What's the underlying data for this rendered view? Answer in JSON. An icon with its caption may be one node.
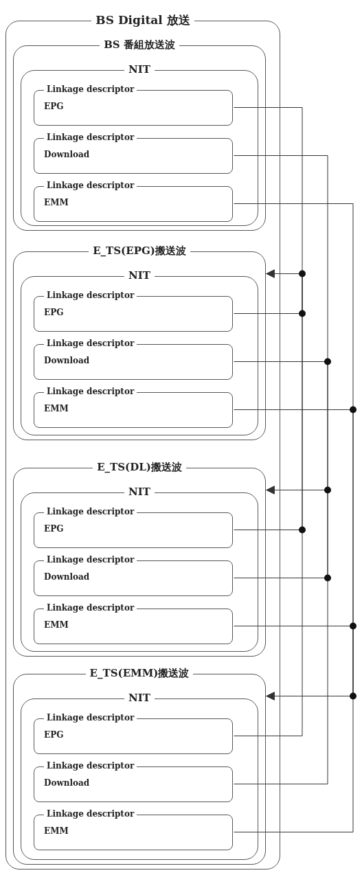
{
  "diagram": {
    "nodes": [
      {
        "text": [
          "BS Digital 放送"
        ]
      },
      {
        "text": [
          "BS 番組放送波"
        ],
        "in": 0
      },
      {
        "text": [
          "NIT"
        ],
        "in": 1
      },
      {
        "text": [
          "Linkage descriptor",
          "EPG"
        ],
        "in": 2
      },
      {
        "text": [
          "Linkage descriptor",
          "Download"
        ],
        "in": 2
      },
      {
        "text": [
          "Linkage descriptor",
          "EMM"
        ],
        "in": 2
      },
      {
        "text": [
          "E_TS(EPG)搬送波"
        ],
        "in": 0
      },
      {
        "text": [
          "NIT"
        ],
        "in": 6
      },
      {
        "text": [
          "Linkage descriptor",
          "EPG"
        ],
        "in": 7
      },
      {
        "text": [
          "Linkage descriptor",
          "Download"
        ],
        "in": 7
      },
      {
        "text": [
          "Linkage descriptor",
          "EMM"
        ],
        "in": 7
      },
      {
        "text": [
          "E_TS(DL)搬送波"
        ],
        "in": 0
      },
      {
        "text": [
          "NIT"
        ],
        "in": 11
      },
      {
        "text": [
          "Linkage descriptor",
          "EPG"
        ],
        "in": 12
      },
      {
        "text": [
          "Linkage descriptor",
          "Download"
        ],
        "in": 12
      },
      {
        "text": [
          "Linkage descriptor",
          "EMM"
        ],
        "in": 12
      },
      {
        "text": [
          "E_TS(EMM)搬送波"
        ],
        "in": 0
      },
      {
        "text": [
          "NIT"
        ],
        "in": 16
      },
      {
        "text": [
          "Linkage descriptor",
          "EPG"
        ],
        "in": 17
      },
      {
        "text": [
          "Linkage descriptor",
          "Download"
        ],
        "in": 17
      },
      {
        "text": [
          "Linkage descriptor",
          "EMM"
        ],
        "in": 17
      }
    ],
    "edges": [
      {
        "from": 3,
        "to": 6,
        "arrow": "to"
      },
      {
        "from": 8,
        "to": 6,
        "arrow": "to"
      },
      {
        "from": 13,
        "to": 6,
        "arrow": "to"
      },
      {
        "from": 18,
        "to": 6,
        "arrow": "to"
      },
      {
        "from": 4,
        "to": 11,
        "arrow": "to"
      },
      {
        "from": 9,
        "to": 11,
        "arrow": "to"
      },
      {
        "from": 14,
        "to": 11,
        "arrow": "to"
      },
      {
        "from": 19,
        "to": 11,
        "arrow": "to"
      },
      {
        "from": 5,
        "to": 16,
        "arrow": "to"
      },
      {
        "from": 10,
        "to": 16,
        "arrow": "to"
      },
      {
        "from": 15,
        "to": 16,
        "arrow": "to"
      },
      {
        "from": 20,
        "to": 16,
        "arrow": "to"
      }
    ]
  }
}
